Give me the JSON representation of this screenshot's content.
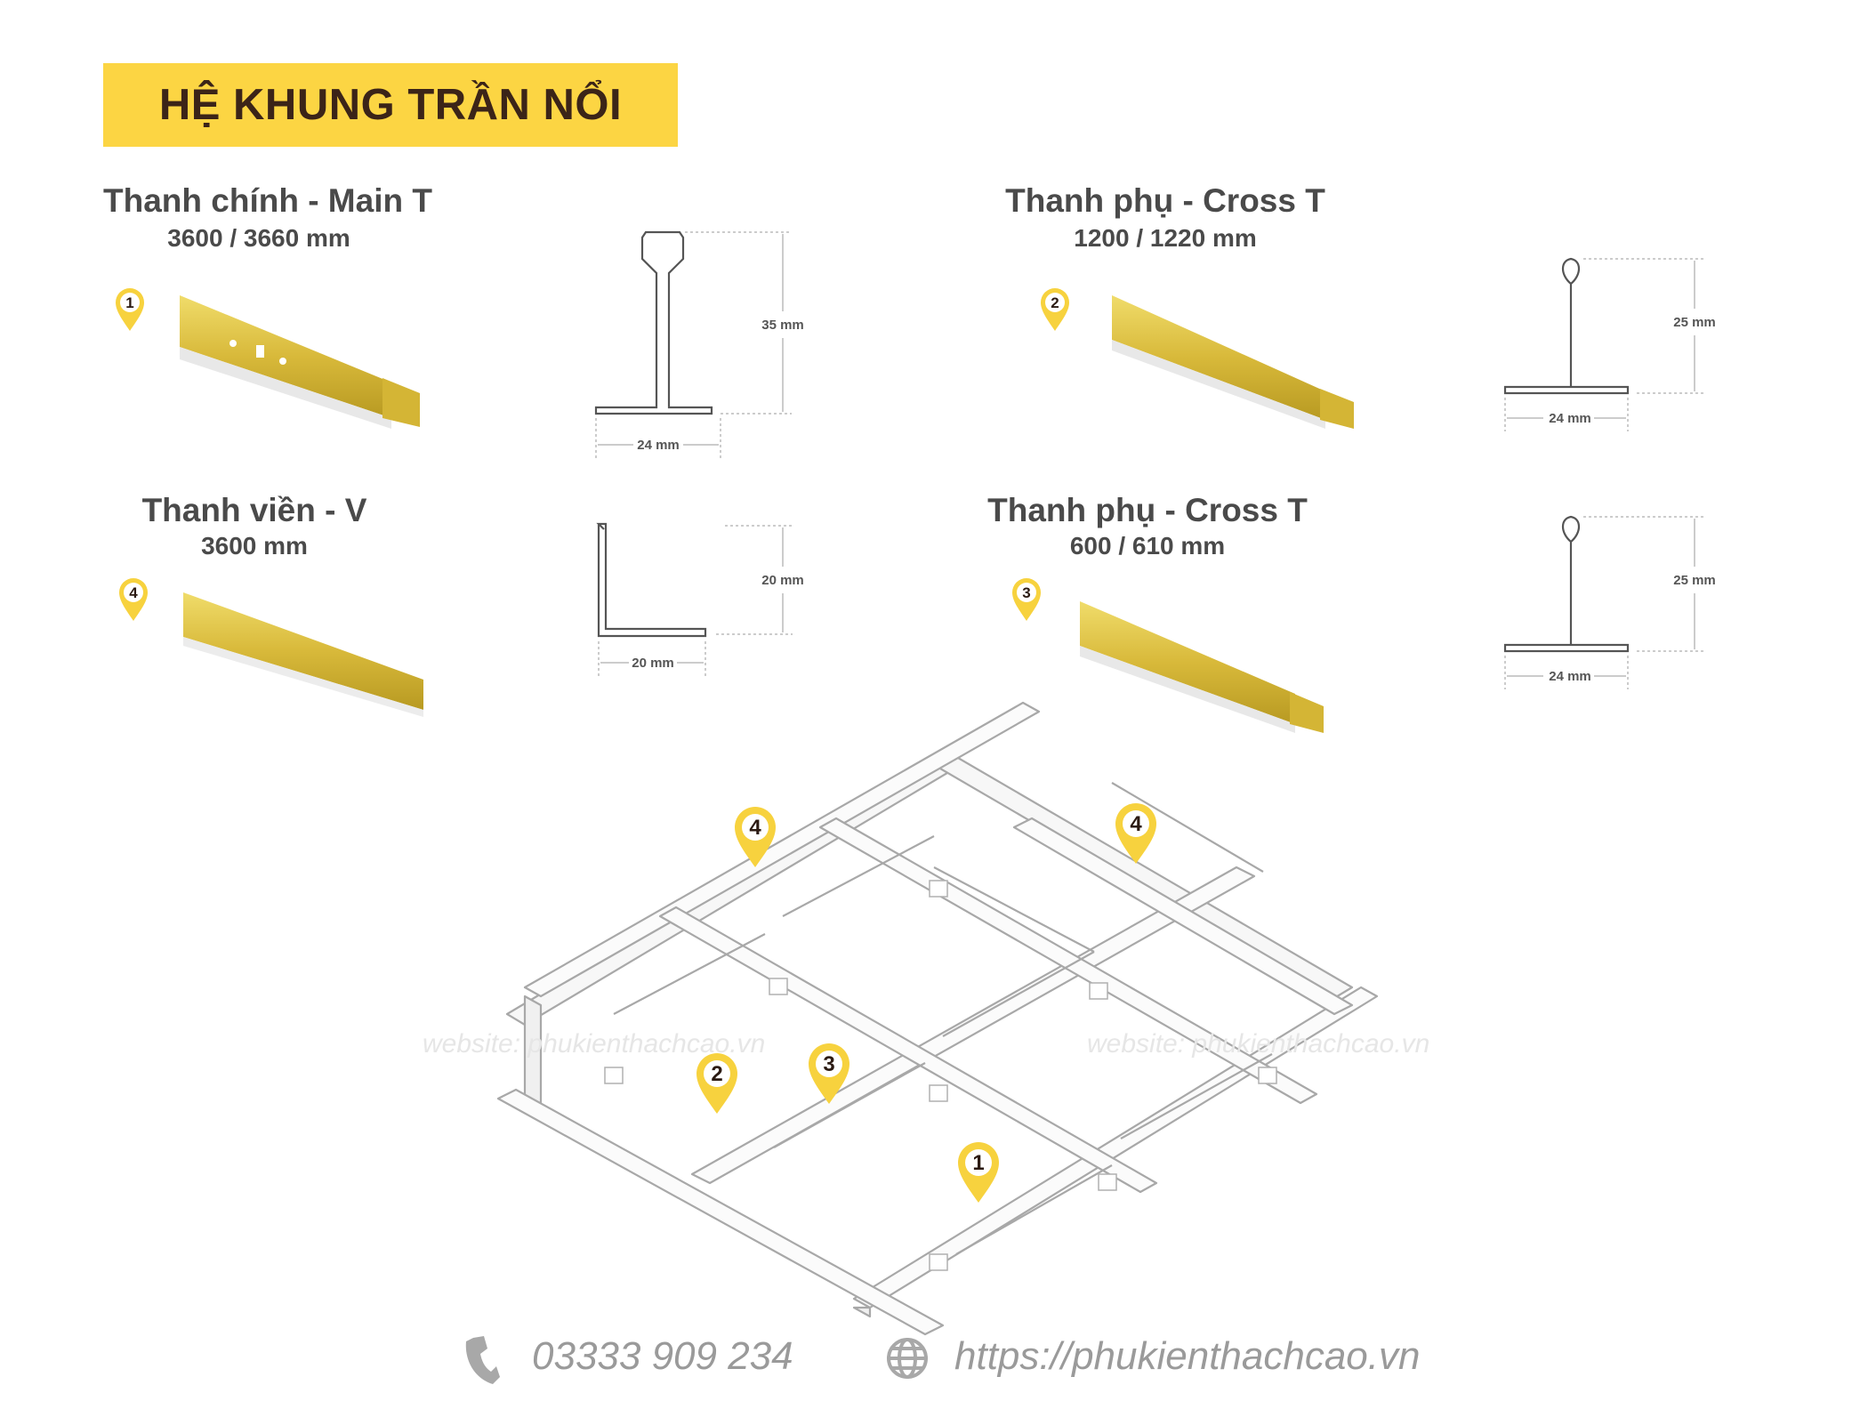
{
  "header": {
    "title": "HỆ KHUNG TRẦN NỔI"
  },
  "products": [
    {
      "id": "1",
      "title": "Thanh chính - Main T",
      "size": "3600 /   3660 mm",
      "dim_height": "35 mm",
      "dim_width": "24 mm"
    },
    {
      "id": "2",
      "title": "Thanh phụ - Cross T",
      "size": "1200 /   1220 mm",
      "dim_height": "25 mm",
      "dim_width": "24 mm"
    },
    {
      "id": "4",
      "title": "Thanh viền - V",
      "size": "3600 mm",
      "dim_height": "20 mm",
      "dim_width": "20 mm"
    },
    {
      "id": "3",
      "title": "Thanh phụ - Cross T",
      "size": "600 /   610 mm",
      "dim_height": "25 mm",
      "dim_width": "24 mm"
    }
  ],
  "grid_markers": [
    "4",
    "4",
    "2",
    "3",
    "1"
  ],
  "watermark": "website: phukienthachcao.vn",
  "footer": {
    "phone": "03333 909 234",
    "website": "https://phukienthachcao.vn"
  },
  "colors": {
    "banner": "#FCD543",
    "pin": "#F7D23E",
    "gold": "#D8B93A",
    "line": "#9a9a9a"
  },
  "icons": [
    "map-pin-icon",
    "phone-icon",
    "globe-icon"
  ]
}
